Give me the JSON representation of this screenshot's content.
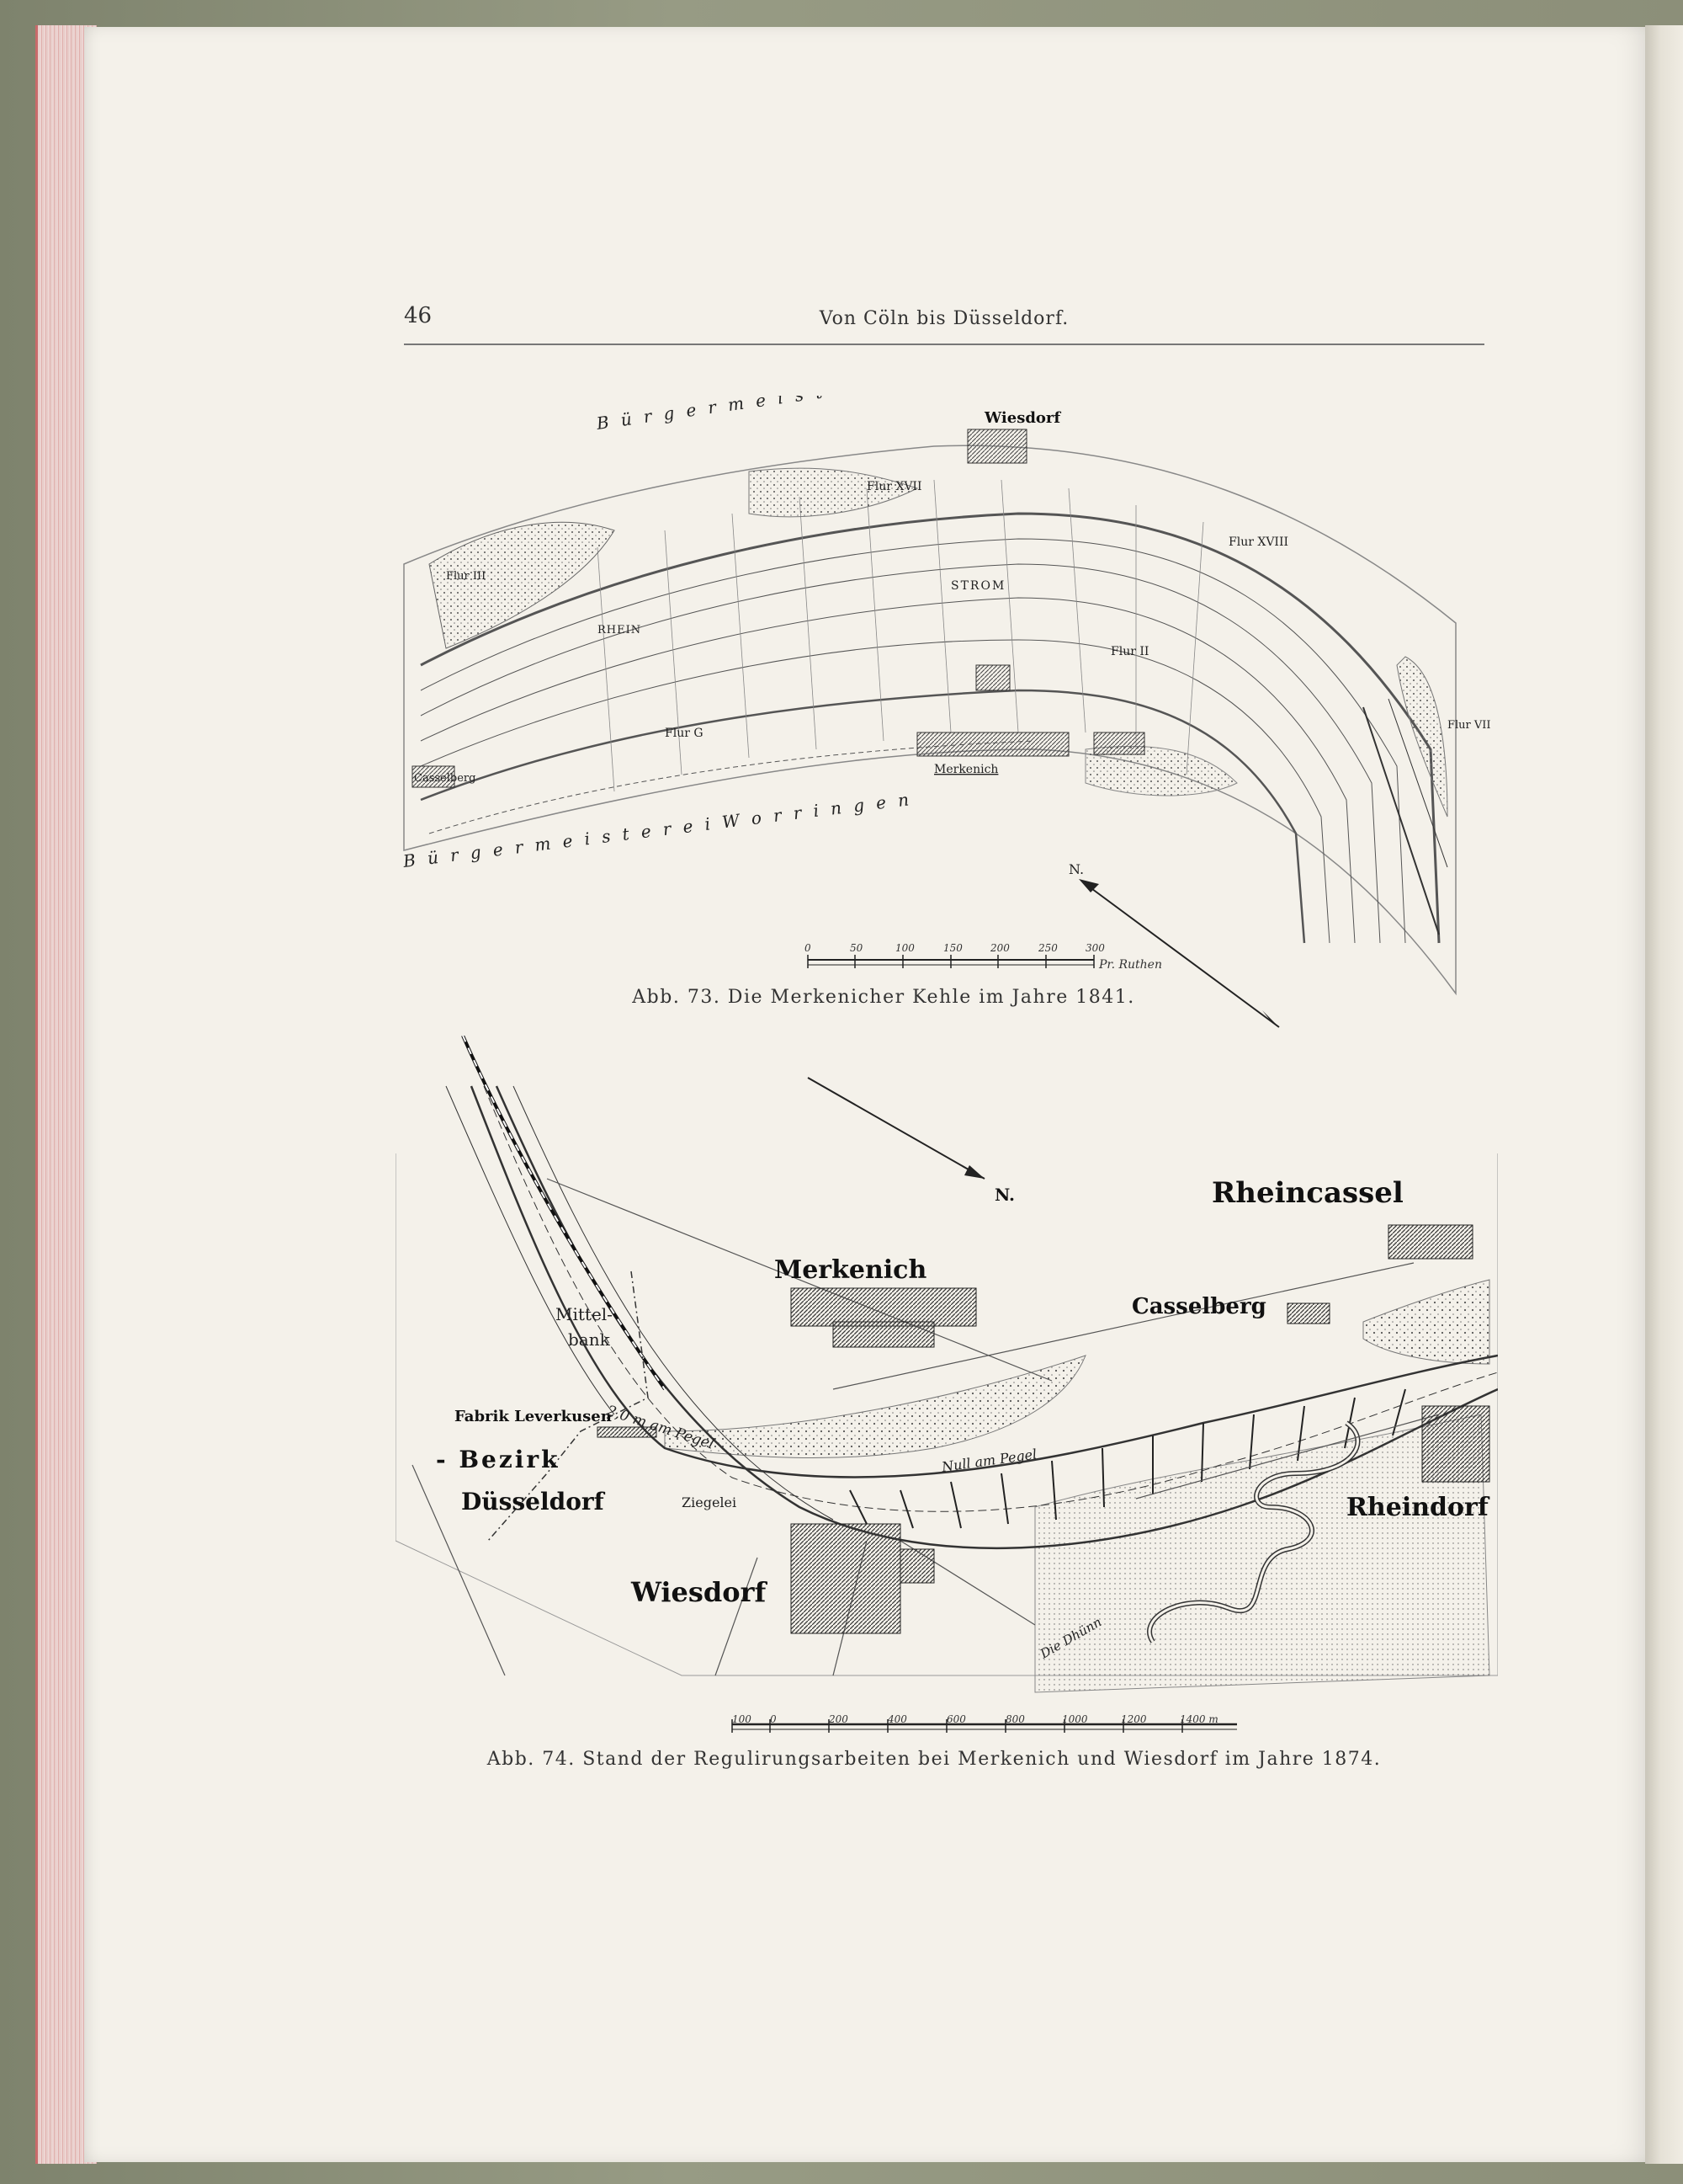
{
  "header": {
    "page_number": "46",
    "running_head": "Von Cöln bis Düsseldorf."
  },
  "map1": {
    "caption": "Abb. 73.  Die Merkenicher Kehle im Jahre 1841.",
    "labels": {
      "wiesdorf": "Wiesdorf",
      "flur_xvii": "Flur XVII",
      "flur_xviii": "Flur XVIII",
      "flur_iii": "Flur III",
      "flur_ii": "Flur II",
      "flur_g": "Flur G",
      "flur_vii": "Flur VII",
      "strom": "STROM",
      "rhein": "RHEIN",
      "merkenich": "Merkenich",
      "casselberg": "Casselberg",
      "north": "N.",
      "scale_unit": "Pr. Ruthen",
      "arc_top": "B ü r g e r m e i s t e r e i   O p l a d e n",
      "arc_bottom": "B ü r g e r m e i s t e r e i   W o r r i n g e n"
    },
    "scale_ticks": [
      "0",
      "50",
      "100",
      "150",
      "200",
      "250",
      "300"
    ]
  },
  "map2": {
    "caption": "Abb. 74.  Stand der Regulirungsarbeiten bei Merkenich und Wiesdorf im Jahre 1874.",
    "labels": {
      "rheincassel": "Rheincassel",
      "merkenich": "Merkenich",
      "casselberg": "Casselberg",
      "mittelbank": "Mittel-\nbank",
      "mittel": "Mittel-",
      "bank": "bank",
      "fabrik": "Fabrik Leverkusen",
      "bezirk": "- Bezirk",
      "duesseldorf": "Düsseldorf",
      "ziegelei": "Ziegelei",
      "wiesdorf": "Wiesdorf",
      "rheindorf": "Rheindorf",
      "north": "N.",
      "pegel_20": "2,0 m am Pegel",
      "null_pegel": "Null am Pegel",
      "dhuenn": "Die Dhünn"
    },
    "scale_ticks": [
      "100",
      "0",
      "200",
      "400",
      "600",
      "800",
      "1000",
      "1200",
      "1400 m"
    ]
  }
}
